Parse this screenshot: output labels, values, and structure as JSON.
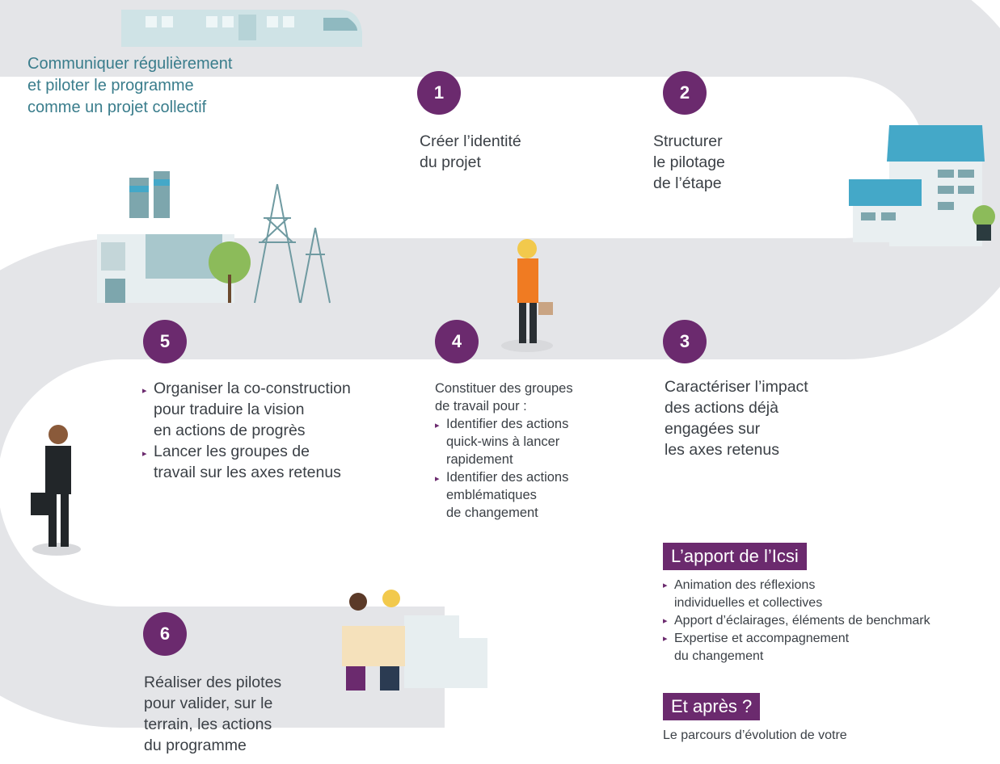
{
  "intro": [
    "Communiquer régulièrement",
    "et piloter le programme",
    "comme un projet collectif"
  ],
  "steps": [
    {
      "num": "1",
      "lines": [
        "Créer l’identité",
        "du projet"
      ]
    },
    {
      "num": "2",
      "lines": [
        "Structurer",
        "le pilotage",
        "de l’étape"
      ]
    },
    {
      "num": "3",
      "lines": [
        "Caractériser l’impact",
        "des actions déjà",
        "engagées sur",
        "les axes retenus"
      ]
    },
    {
      "num": "4",
      "intro": [
        "Constituer des groupes",
        "de travail pour :"
      ],
      "bullets": [
        [
          "Identifier des actions",
          "quick-wins à lancer",
          "rapidement"
        ],
        [
          "Identifier des actions",
          "emblématiques",
          "de changement"
        ]
      ]
    },
    {
      "num": "5",
      "bullets": [
        [
          "Organiser la co-construction",
          "pour traduire la vision",
          "en actions de progrès"
        ],
        [
          "Lancer les groupes de",
          "travail sur les axes retenus"
        ]
      ]
    },
    {
      "num": "6",
      "lines": [
        "Réaliser des pilotes",
        "pour valider, sur le",
        "terrain, les actions",
        "du programme"
      ]
    }
  ],
  "apport": {
    "title": "L’apport de l’Icsi",
    "bullets": [
      [
        "Animation des réflexions",
        "individuelles et collectives"
      ],
      [
        "Apport d’éclairages, éléments de benchmark"
      ],
      [
        "Expertise et accompagnement",
        "du changement"
      ]
    ]
  },
  "apres": {
    "title": "Et après ?",
    "lines": [
      "Le parcours d’évolution de votre"
    ]
  },
  "bullet_glyph": "▸",
  "colors": {
    "accent": "#6b2a6e",
    "road": "#e4e5e8",
    "intro_text": "#3a7d8c"
  }
}
